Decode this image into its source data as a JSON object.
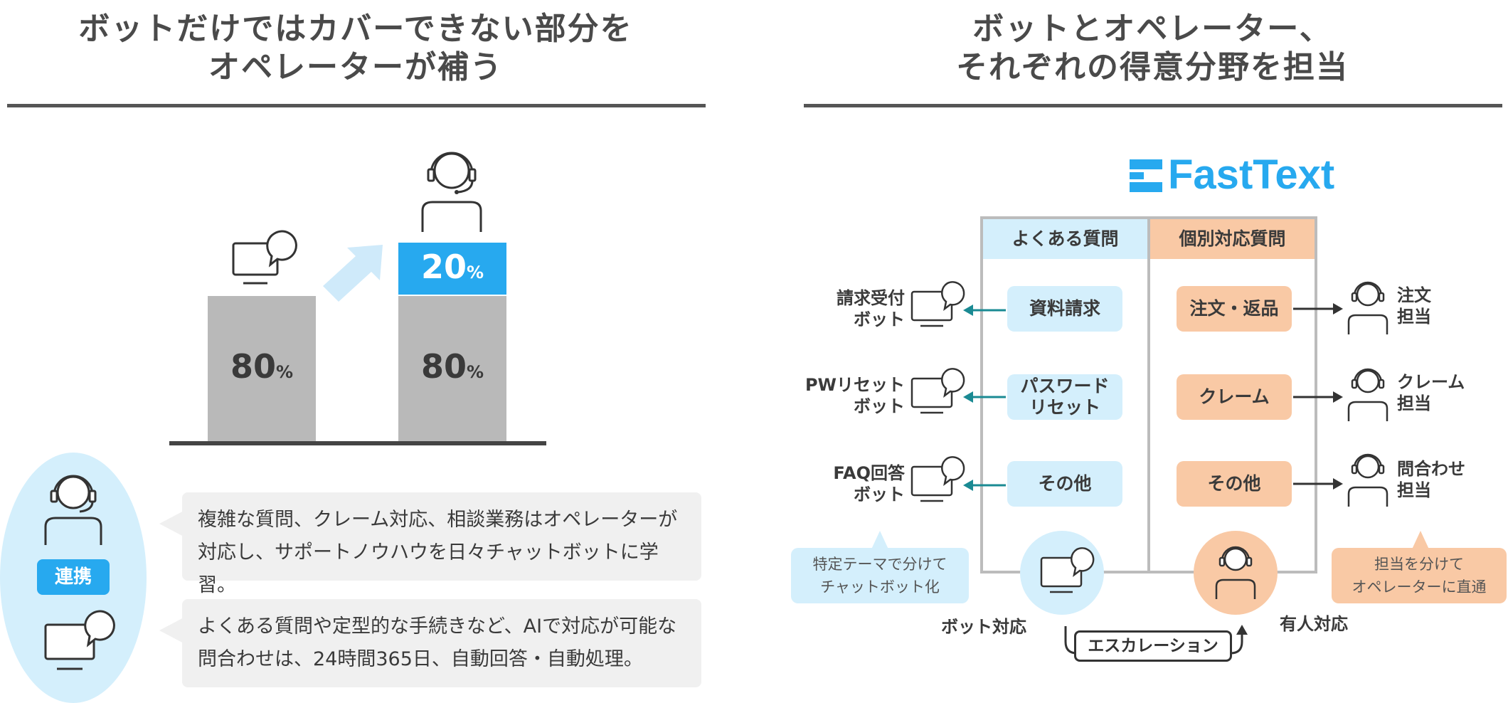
{
  "left": {
    "title_line1": "ボットだけではカバーできない部分を",
    "title_line2": "オペレーターが補う",
    "bar1_percent": "80",
    "bar2_bottom_percent": "80",
    "bar2_top_percent": "20",
    "percent_sign": "%",
    "badge": "連携",
    "bubble1_line1": "複雑な質問、クレーム対応、相談業務はオペレーターが",
    "bubble1_line2": "対応し、サポートノウハウを日々チャットボットに学習。",
    "bubble2_line1": "よくある質問や定型的な手続きなど、AIで対応が可能な",
    "bubble2_line2": "問合わせは、24時間365日、自動回答・自動処理。"
  },
  "right": {
    "title_line1": "ボットとオペレーター、",
    "title_line2": "それぞれの得意分野を担当",
    "logo_text": "FastText",
    "col_faq": "よくある質問",
    "col_individual": "個別対応質問",
    "faq_items": [
      {
        "label": "資料請求"
      },
      {
        "label_line1": "パスワード",
        "label_line2": "リセット"
      },
      {
        "label": "その他"
      }
    ],
    "individual_items": [
      {
        "label": "注文・返品"
      },
      {
        "label": "クレーム"
      },
      {
        "label": "その他"
      }
    ],
    "bots": [
      {
        "line1": "請求受付",
        "line2": "ボット"
      },
      {
        "line1": "PWリセット",
        "line2": "ボット"
      },
      {
        "line1": "FAQ回答",
        "line2": "ボット"
      }
    ],
    "operators": [
      {
        "line1": "注文",
        "line2": "担当"
      },
      {
        "line1": "クレーム",
        "line2": "担当"
      },
      {
        "line1": "問合わせ",
        "line2": "担当"
      }
    ],
    "note_left_line1": "特定テーマで分けて",
    "note_left_line2": "チャットボット化",
    "note_right_line1": "担当を分けて",
    "note_right_line2": "オペレーターに直通",
    "bot_response": "ボット対応",
    "human_response": "有人対応",
    "escalation": "エスカレーション"
  },
  "colors": {
    "accent_blue": "#27a9ef",
    "light_blue": "#d4effc",
    "light_orange": "#f9c9a5",
    "teal_arrow": "#1a8a93",
    "bar_gray": "#b9b9b9"
  }
}
